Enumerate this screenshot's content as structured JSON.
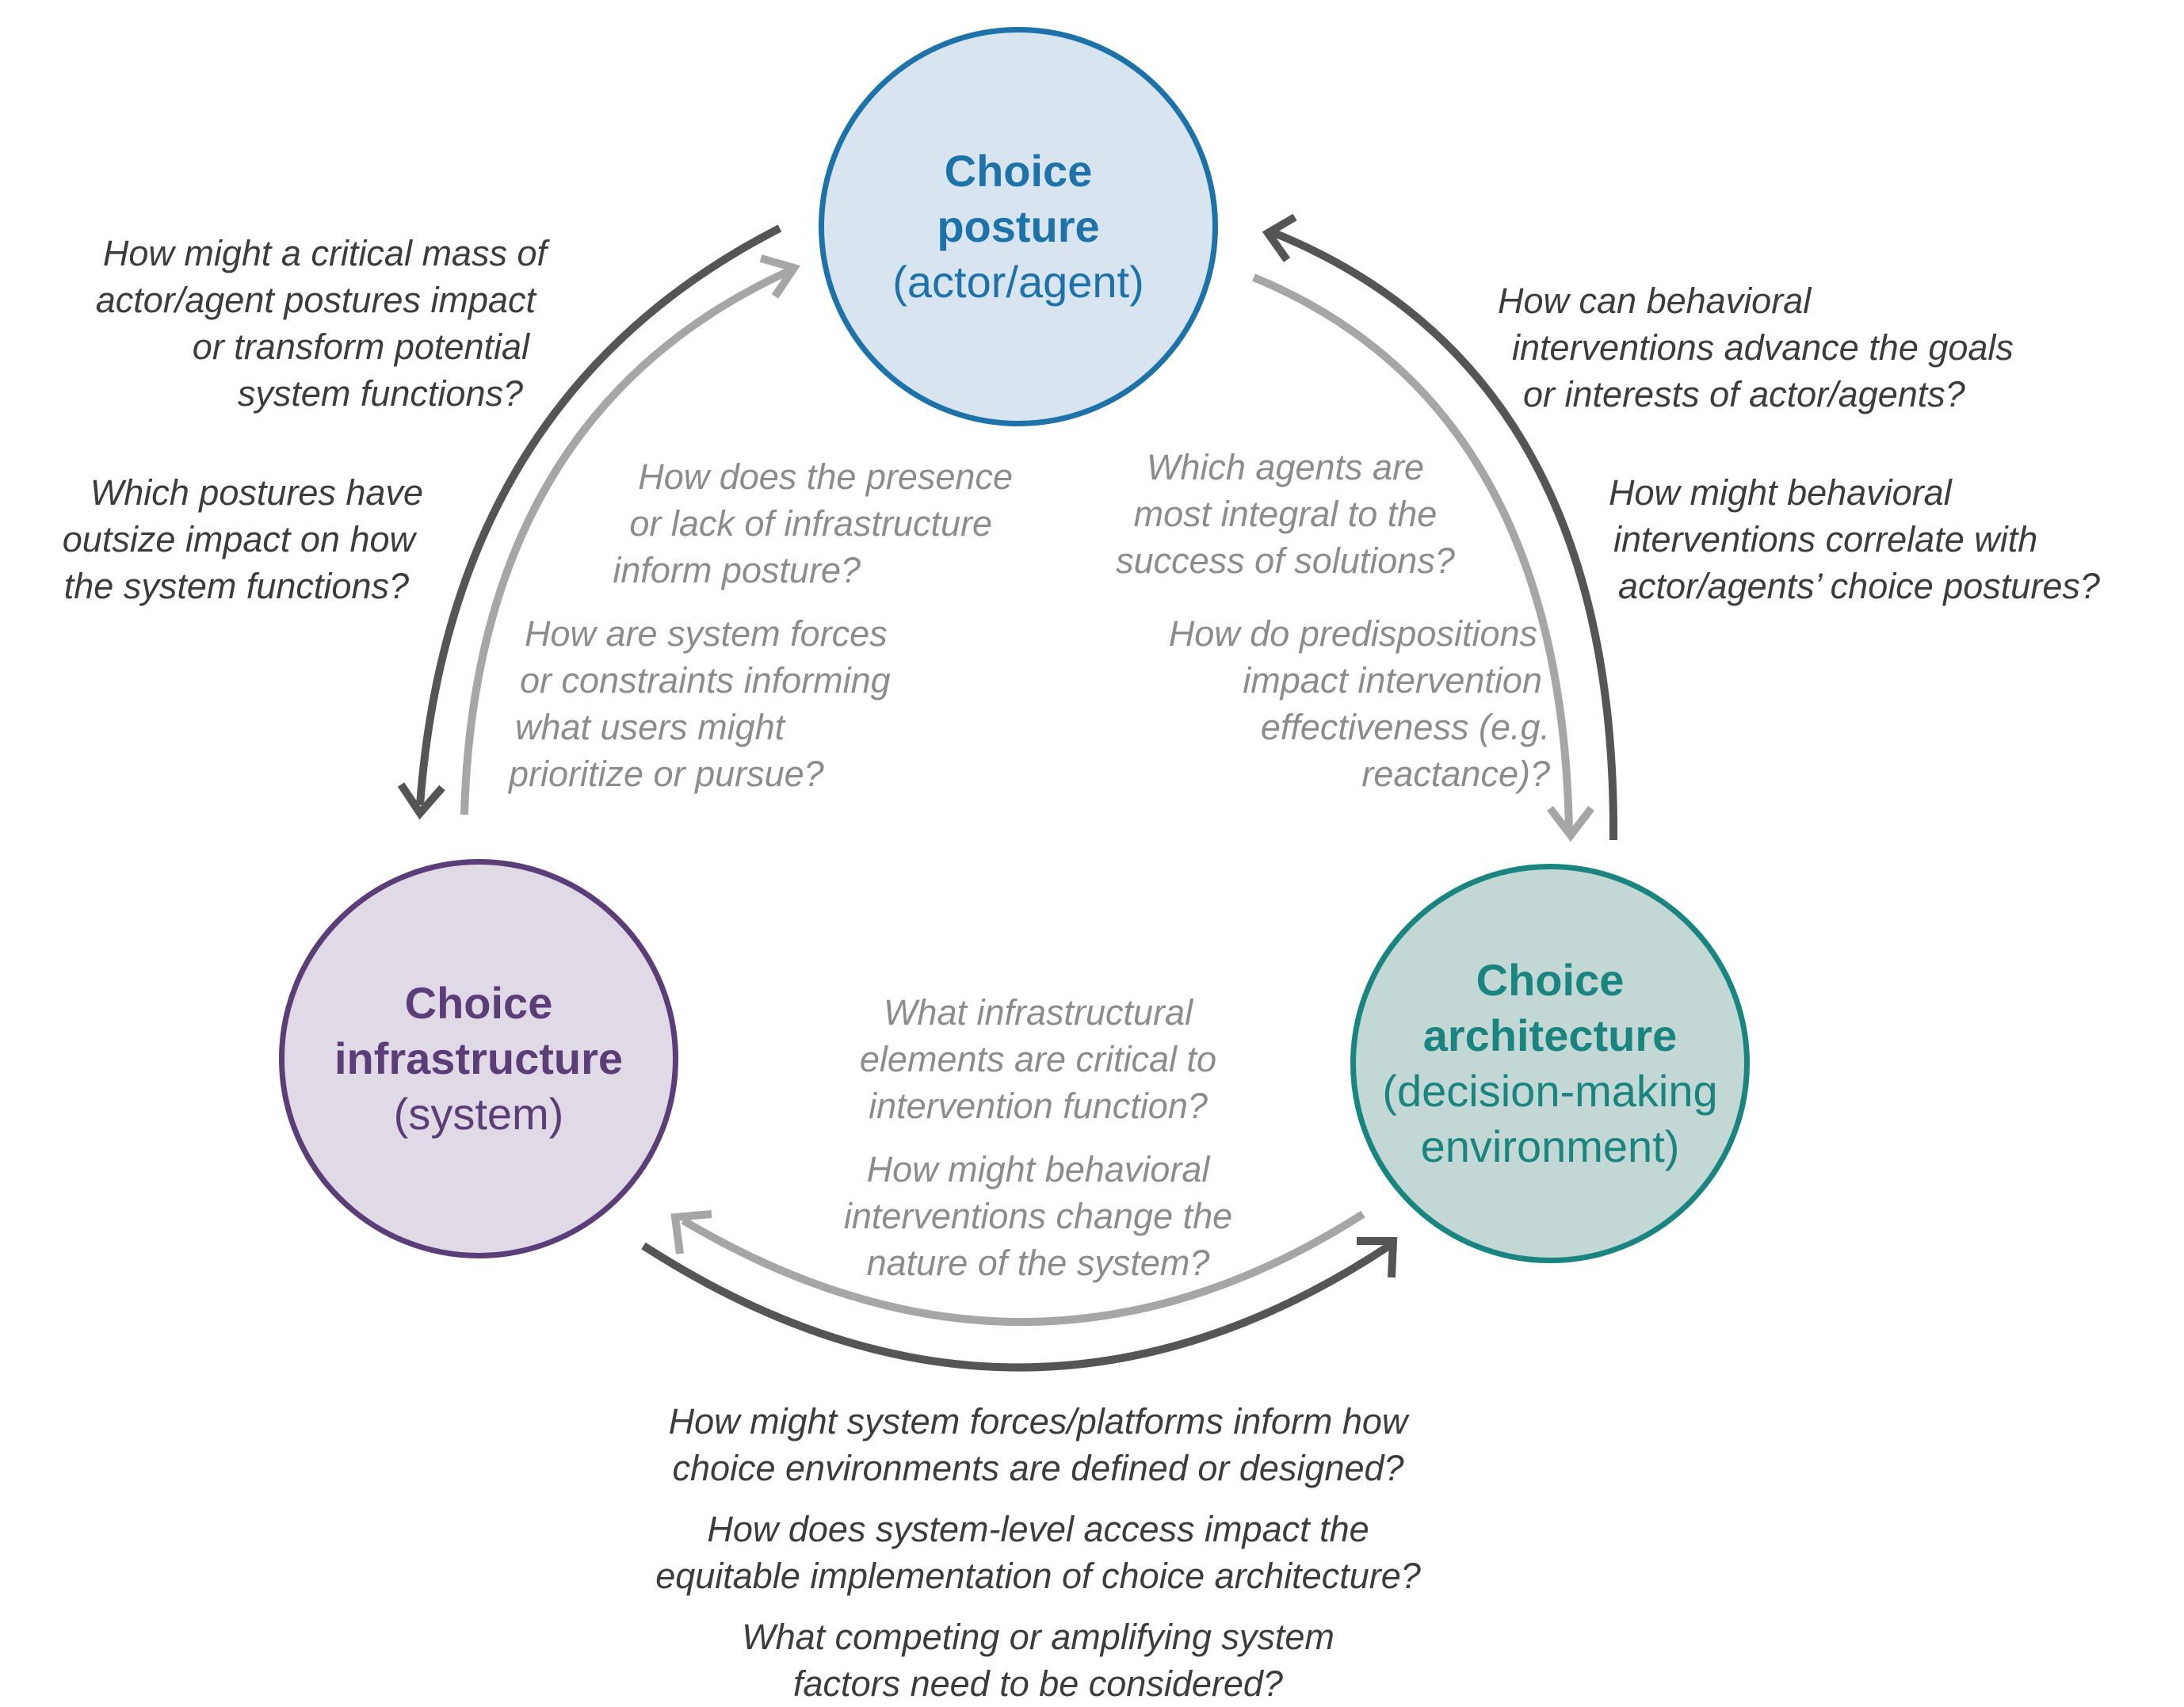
{
  "nodes": {
    "posture": {
      "title_1": "Choice",
      "title_2": "posture",
      "subtitle": "(actor/agent)"
    },
    "infrastructure": {
      "title_1": "Choice",
      "title_2": "infrastructure",
      "subtitle": "(system)"
    },
    "architecture": {
      "title_1": "Choice",
      "title_2": "architecture",
      "subtitle_1": "(decision-making",
      "subtitle_2": "environment)"
    }
  },
  "colors": {
    "posture": "#1d72aa",
    "posture_fill": "#d9e4f1",
    "infrastructure": "#5b3d78",
    "infrastructure_fill": "#e0d9e6",
    "architecture": "#1a8580",
    "architecture_fill": "#c3d7d5",
    "arrow_dark": "#555555",
    "arrow_light": "#a6a6a6",
    "text_dark": "#3c3c3c",
    "text_light": "#8c8c8c"
  },
  "questions": {
    "left_outer_1": [
      "How might a critical mass of",
      "actor/agent postures impact",
      "or transform potential",
      "system functions?"
    ],
    "left_outer_2": [
      "Which postures have",
      "outsize impact on how",
      "the system functions?"
    ],
    "left_inner_1": [
      "How does the presence",
      "or lack of infrastructure",
      "inform posture?"
    ],
    "left_inner_2": [
      "How are system forces",
      "or constraints informing",
      "what users might",
      "prioritize or pursue?"
    ],
    "right_inner_1": [
      "Which agents are",
      "most integral to the",
      "success of solutions?"
    ],
    "right_inner_2": [
      "How do predispositions",
      "impact intervention",
      "effectiveness (e.g.",
      "reactance)?"
    ],
    "right_outer_1": [
      "How can behavioral",
      "interventions advance the goals",
      "or interests of actor/agents?"
    ],
    "right_outer_2": [
      "How might behavioral",
      "interventions correlate with",
      "actor/agents’ choice postures?"
    ],
    "bottom_inner_1": [
      "What infrastructural",
      "elements are critical to",
      "intervention function?"
    ],
    "bottom_inner_2": [
      "How might behavioral",
      "interventions change the",
      "nature of the system?"
    ],
    "bottom_outer_1": [
      "How might system forces/platforms inform how",
      "choice environments are defined or designed?"
    ],
    "bottom_outer_2": [
      "How does system-level access impact the",
      "equitable implementation of choice architecture?"
    ],
    "bottom_outer_3": [
      "What competing or amplifying system",
      "factors need to be considered?"
    ]
  }
}
